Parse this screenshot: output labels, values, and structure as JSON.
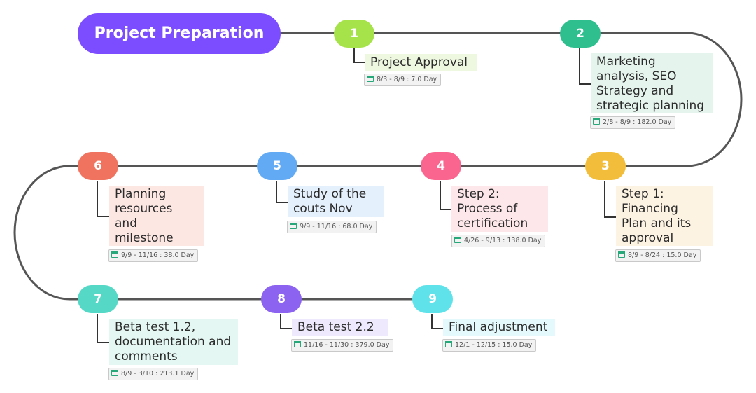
{
  "title": "Project Preparation",
  "colors": {
    "root": "#7c4dff",
    "connector": "#555555",
    "leader": "#333333",
    "calendar_icon": "#27a87a"
  },
  "steps": [
    {
      "number": "1",
      "label": "Project Approval",
      "date": "8/3 - 8/9 : 7.0 Day",
      "color": "#a6e34b",
      "fill": "#eef8e0"
    },
    {
      "number": "2",
      "label": "Marketing analysis, SEO Strategy and strategic planning",
      "date": "2/8 - 8/9 : 182.0 Day",
      "color": "#2fbf8f",
      "fill": "#e6f4ee"
    },
    {
      "number": "3",
      "label": "Step 1: Financing Plan and its approval",
      "date": "8/9 - 8/24 : 15.0 Day",
      "color": "#f2bd3a",
      "fill": "#fdf3e3"
    },
    {
      "number": "4",
      "label": "Step 2: Process of certification",
      "date": "4/26 - 9/13 : 138.0 Day",
      "color": "#f9658e",
      "fill": "#fde7ea"
    },
    {
      "number": "5",
      "label": "Study of the couts Nov",
      "date": "9/9 - 11/16 : 68.0 Day",
      "color": "#63aaf5",
      "fill": "#e5f0fd"
    },
    {
      "number": "6",
      "label": "Planning resources and milestone",
      "date": "9/9 - 11/16 : 38.0 Day",
      "color": "#f0735f",
      "fill": "#fde7e3"
    },
    {
      "number": "7",
      "label": "Beta test 1.2, documentation and comments",
      "date": "8/9 - 3/10 : 213.1 Day",
      "color": "#55d8c6",
      "fill": "#e4f7f3"
    },
    {
      "number": "8",
      "label": "Beta test 2.2",
      "date": "11/16 - 11/30 : 379.0 Day",
      "color": "#8c63f0",
      "fill": "#efe9fd"
    },
    {
      "number": "9",
      "label": "Final adjustment",
      "date": "12/1 - 12/15 : 15.0 Day",
      "color": "#5fe2ea",
      "fill": "#e4f9fb"
    }
  ]
}
